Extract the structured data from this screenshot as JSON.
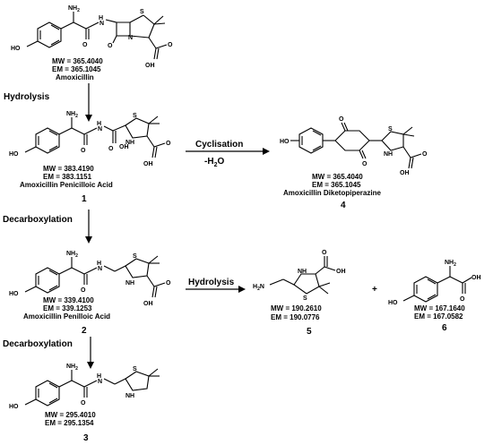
{
  "compounds": [
    {
      "id": "amoxicillin",
      "mw": "MW = 365.4040",
      "em": "EM = 365.1045",
      "name": "Amoxicillin",
      "number": ""
    },
    {
      "id": "penicilloic",
      "mw": "MW = 383.4190",
      "em": "EM = 383.1151",
      "name": "Amoxicillin Penicilloic Acid",
      "number": "1"
    },
    {
      "id": "diketopiperazine",
      "mw": "MW = 365.4040",
      "em": "EM = 365.1045",
      "name": "Amoxicillin Diketopiperazine",
      "number": "4"
    },
    {
      "id": "penilloic",
      "mw": "MW = 339.4100",
      "em": "EM = 339.1253",
      "name": "Amoxicillin Penilloic Acid",
      "number": "2"
    },
    {
      "id": "thiazolidine",
      "mw": "MW = 190.2610",
      "em": "EM = 190.0776",
      "name": "",
      "number": "5"
    },
    {
      "id": "hydroxyphenylglycine",
      "mw": "MW = 167.1640",
      "em": "EM = 167.0582",
      "name": "",
      "number": "6"
    },
    {
      "id": "decarboxylated",
      "mw": "MW = 295.4010",
      "em": "EM = 295.1354",
      "name": "",
      "number": "3"
    }
  ],
  "steps": {
    "hydrolysis_1": "Hydrolysis",
    "cyclisation": "Cyclisation",
    "dehydration": "-H",
    "dehydration_sub": "2",
    "dehydration_end": "O",
    "decarboxylation_1": "Decarboxylation",
    "hydrolysis_2": "Hydrolysis",
    "decarboxylation_2": "Decarboxylation",
    "plus": "+"
  },
  "atoms": {
    "nh2": "NH",
    "nh2_sub": "2",
    "ho": "HO",
    "oh": "OH",
    "o": "O",
    "n": "N",
    "h": "H",
    "s": "S",
    "nh": "NH",
    "h2n": "H",
    "h2n_sub": "2",
    "h2n_end": "N"
  }
}
